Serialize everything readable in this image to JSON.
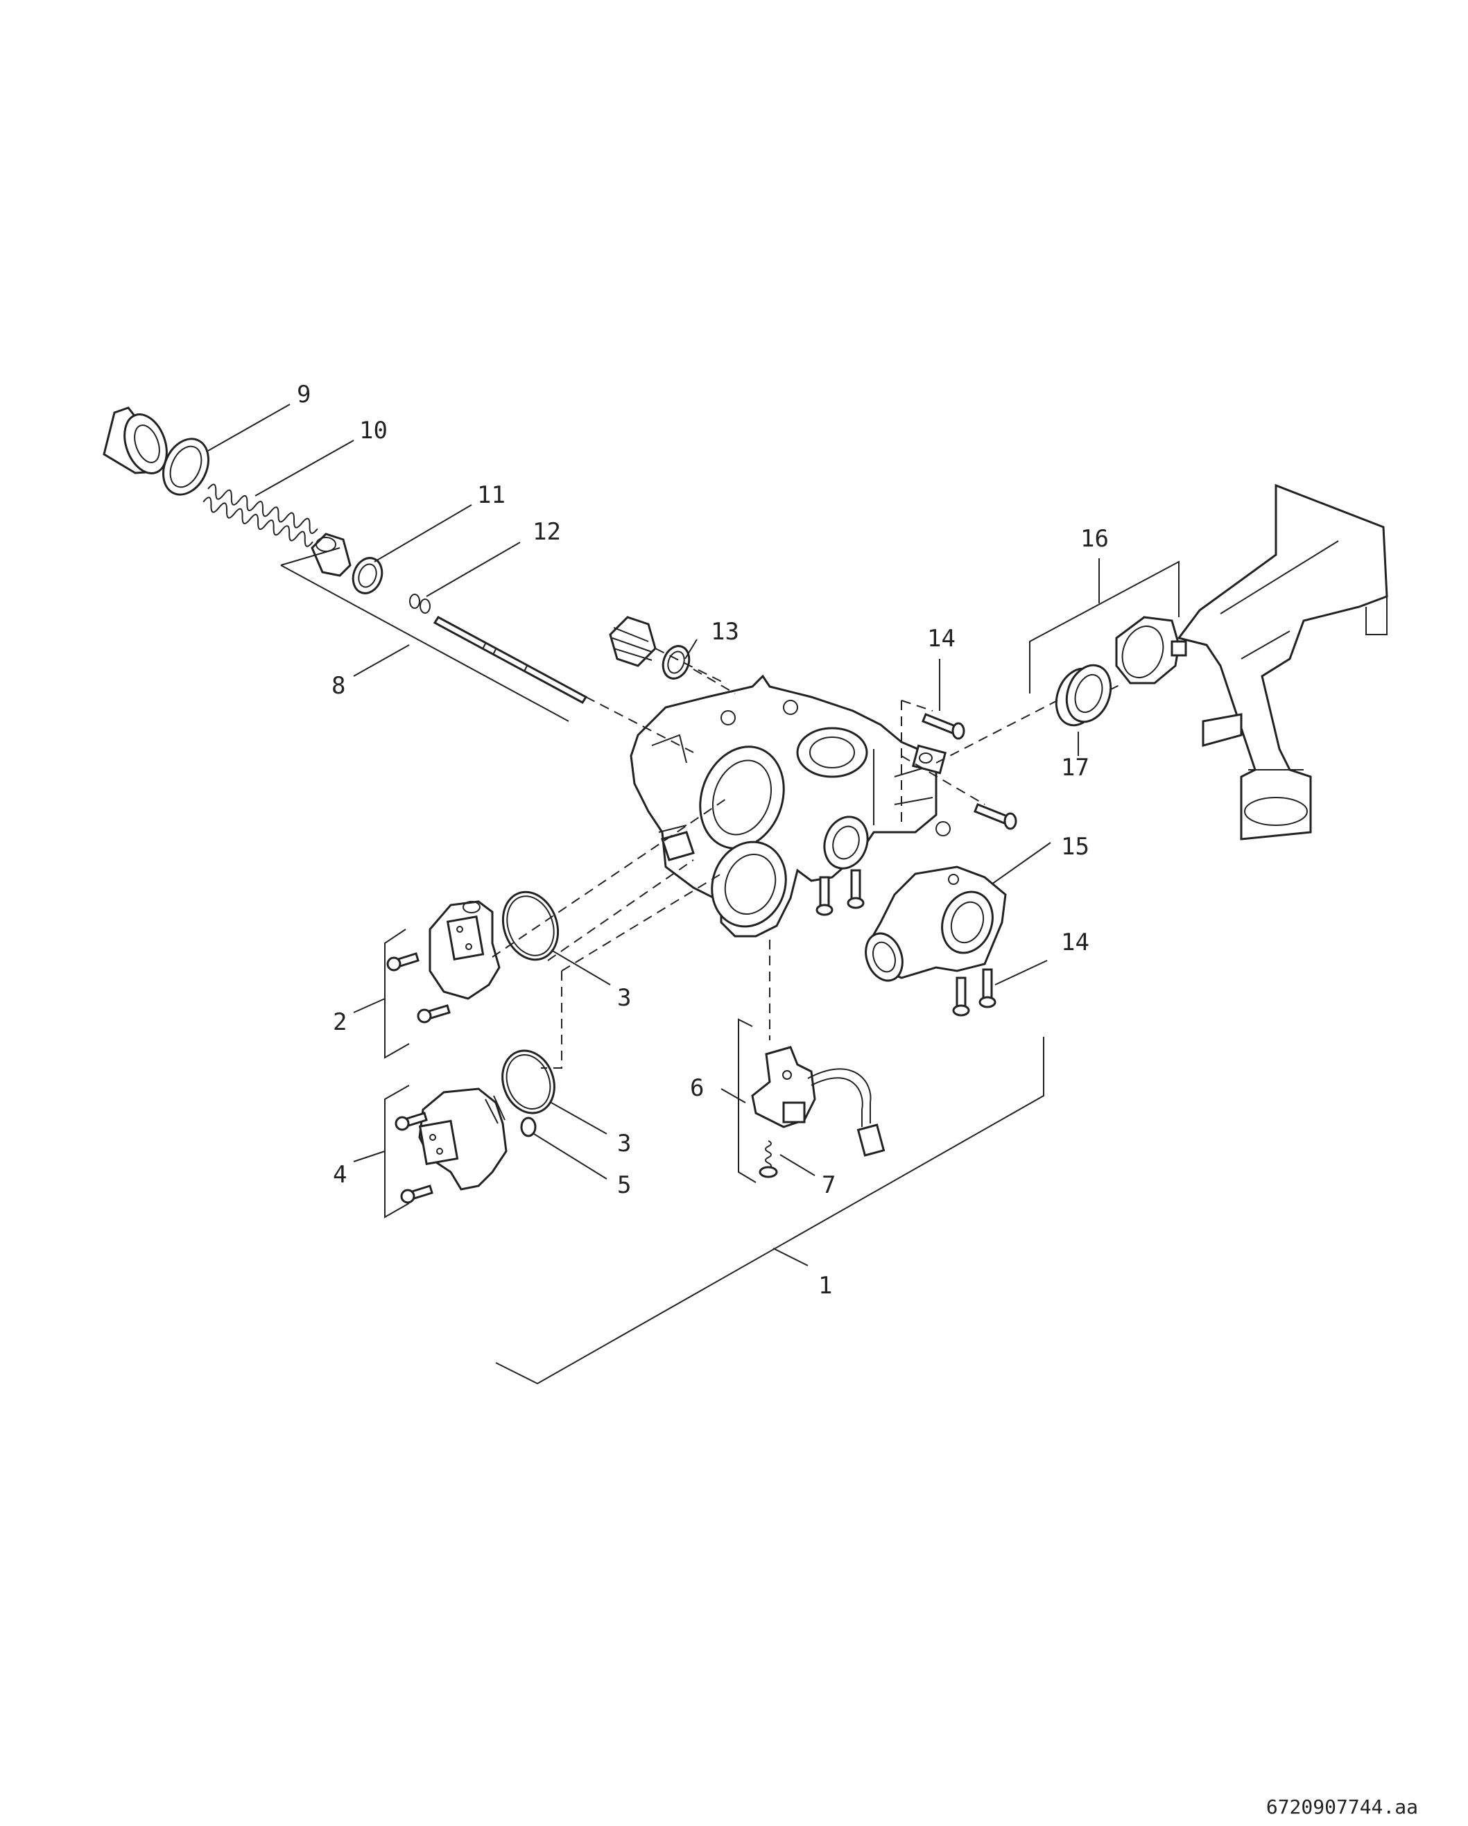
{
  "callouts": {
    "c1": "1",
    "c2": "2",
    "c3a": "3",
    "c3b": "3",
    "c4": "4",
    "c5": "5",
    "c6": "6",
    "c7": "7",
    "c8": "8",
    "c9": "9",
    "c10": "10",
    "c11": "11",
    "c12": "12",
    "c13": "13",
    "c14a": "14",
    "c14b": "14",
    "c15": "15",
    "c16": "16",
    "c17": "17"
  },
  "drawing_code": "6720907744.aa"
}
